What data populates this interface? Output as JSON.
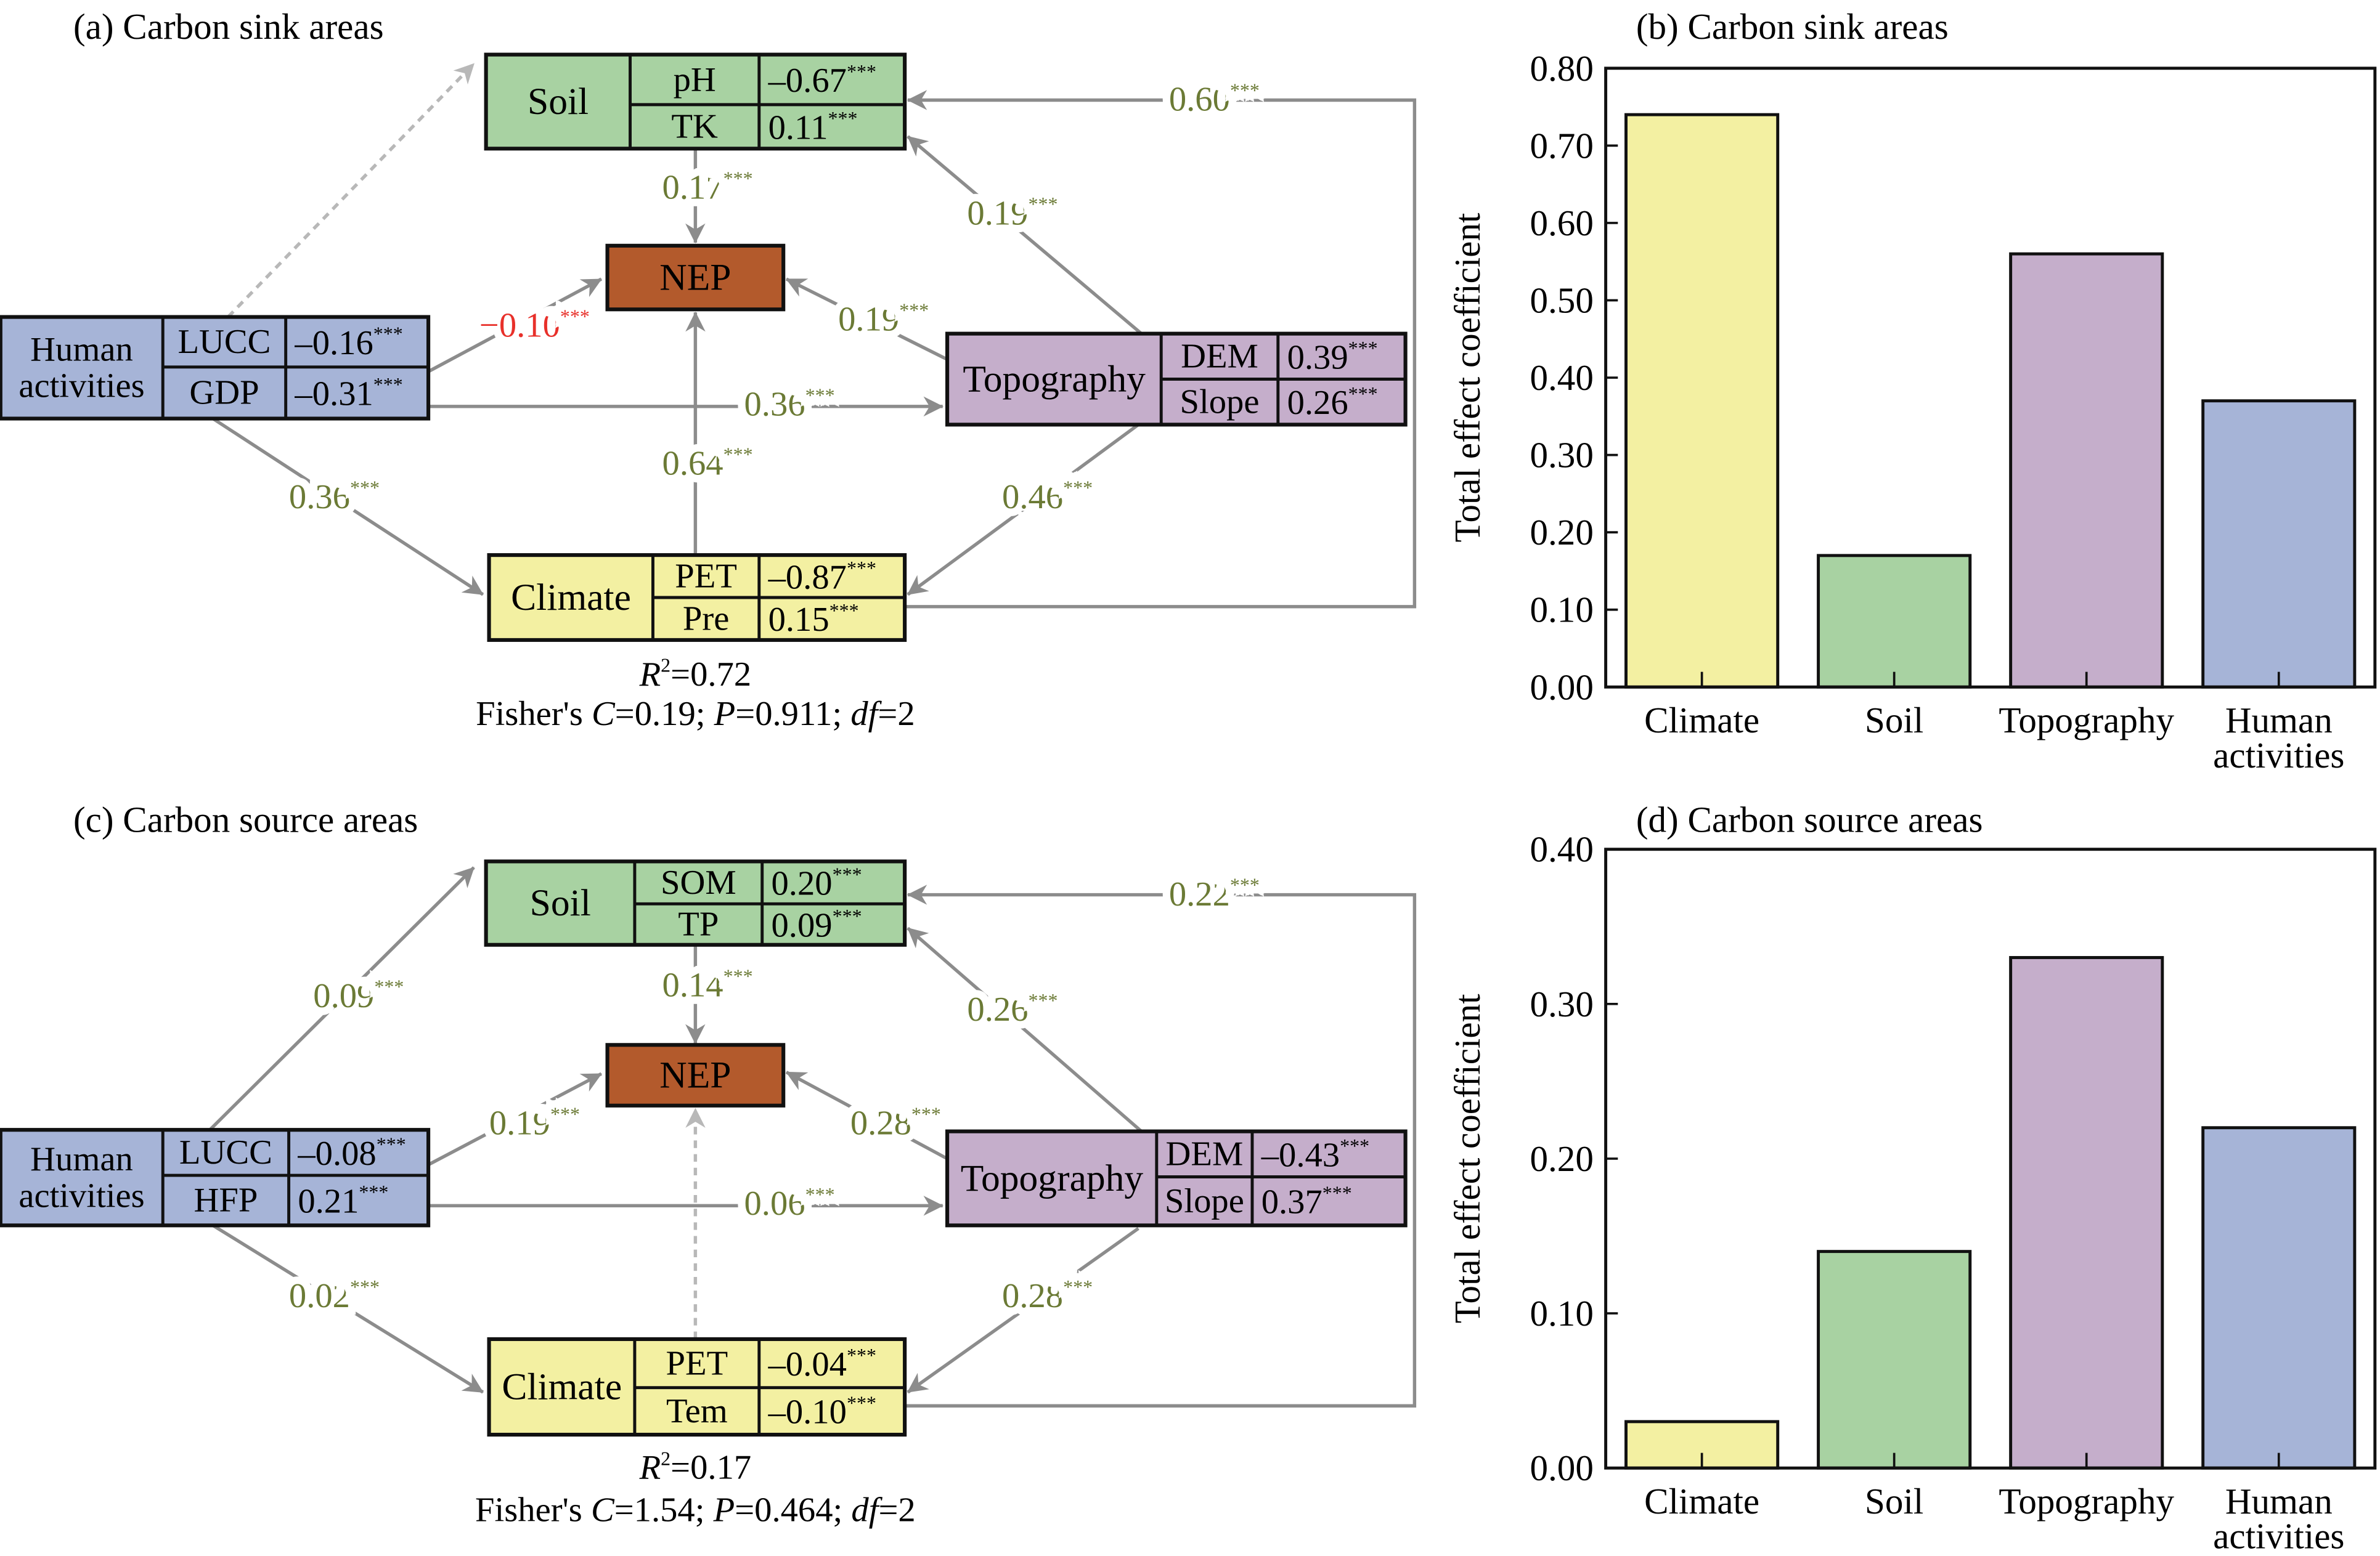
{
  "colors": {
    "climate": "#f3f0a2",
    "soil": "#a8d2a2",
    "topography": "#c5aecb",
    "human": "#a6b4d7",
    "nep": "#b35a2c",
    "path_label": "#6b7a35",
    "negative_label": "#e8302a",
    "arrow": "#8c8c8c",
    "nonsig_arrow": "#b8b8b8"
  },
  "stats_labels": {
    "r": "R",
    "r_sup": "2",
    "fisher": "Fisher's ",
    "c": "C",
    "p": "P",
    "df": "df"
  },
  "diagrams": [
    {
      "title": "(a) Carbon sink areas",
      "nodes": {
        "soil": {
          "name": [
            "Soil"
          ],
          "vars": [
            {
              "name": "pH",
              "coef": "–0.67",
              "sig": "***"
            },
            {
              "name": "TK",
              "coef": "0.11",
              "sig": "***"
            }
          ]
        },
        "human": {
          "name": [
            "Human",
            "activities"
          ],
          "vars": [
            {
              "name": "LUCC",
              "coef": "–0.16",
              "sig": "***"
            },
            {
              "name": "GDP",
              "coef": "–0.31",
              "sig": "***"
            }
          ]
        },
        "topography": {
          "name": [
            "Topography"
          ],
          "vars": [
            {
              "name": "DEM",
              "coef": "0.39",
              "sig": "***"
            },
            {
              "name": "Slope",
              "coef": "0.26",
              "sig": "***"
            }
          ]
        },
        "climate": {
          "name": [
            "Climate"
          ],
          "vars": [
            {
              "name": "PET",
              "coef": "–0.87",
              "sig": "***"
            },
            {
              "name": "Pre",
              "coef": "0.15",
              "sig": "***"
            }
          ]
        },
        "nep": {
          "name": [
            "NEP"
          ]
        }
      },
      "paths": [
        {
          "id": "human_soil",
          "coef": "",
          "sig": "",
          "style": "dashed"
        },
        {
          "id": "human_nep",
          "coef": "−0.10",
          "sig": "***",
          "style": "solid",
          "negative": true
        },
        {
          "id": "soil_nep",
          "coef": "0.17",
          "sig": "***",
          "style": "solid"
        },
        {
          "id": "topo_nep",
          "coef": "0.19",
          "sig": "***",
          "style": "solid"
        },
        {
          "id": "topo_soil",
          "coef": "0.19",
          "sig": "***",
          "style": "solid"
        },
        {
          "id": "human_topo",
          "coef": "0.36",
          "sig": "***",
          "style": "solid"
        },
        {
          "id": "climate_nep",
          "coef": "0.64",
          "sig": "***",
          "style": "solid"
        },
        {
          "id": "human_climate",
          "coef": "0.36",
          "sig": "***",
          "style": "solid"
        },
        {
          "id": "topo_climate",
          "coef": "0.46",
          "sig": "***",
          "style": "solid"
        },
        {
          "id": "climate_soil",
          "coef": "0.60",
          "sig": "***",
          "style": "solid"
        }
      ],
      "r2": "0.72",
      "fisher_c": "0.19",
      "p": "0.911",
      "df": "2"
    },
    {
      "title": "(c) Carbon source areas",
      "nodes": {
        "soil": {
          "name": [
            "Soil"
          ],
          "vars": [
            {
              "name": "SOM",
              "coef": "0.20",
              "sig": "***"
            },
            {
              "name": "TP",
              "coef": "0.09",
              "sig": "***"
            }
          ]
        },
        "human": {
          "name": [
            "Human",
            "activities"
          ],
          "vars": [
            {
              "name": "LUCC",
              "coef": "–0.08",
              "sig": "***"
            },
            {
              "name": "HFP",
              "coef": "0.21",
              "sig": "***"
            }
          ]
        },
        "topography": {
          "name": [
            "Topography"
          ],
          "vars": [
            {
              "name": "DEM",
              "coef": "–0.43",
              "sig": "***"
            },
            {
              "name": "Slope",
              "coef": "0.37",
              "sig": "***"
            }
          ]
        },
        "climate": {
          "name": [
            "Climate"
          ],
          "vars": [
            {
              "name": "PET",
              "coef": "–0.04",
              "sig": "***"
            },
            {
              "name": "Tem",
              "coef": "–0.10",
              "sig": "***"
            }
          ]
        },
        "nep": {
          "name": [
            "NEP"
          ]
        }
      },
      "paths": [
        {
          "id": "human_soil",
          "coef": "0.09",
          "sig": "***",
          "style": "solid"
        },
        {
          "id": "human_nep",
          "coef": "0.19",
          "sig": "***",
          "style": "solid"
        },
        {
          "id": "soil_nep",
          "coef": "0.14",
          "sig": "***",
          "style": "solid"
        },
        {
          "id": "topo_nep",
          "coef": "0.28",
          "sig": "***",
          "style": "solid"
        },
        {
          "id": "topo_soil",
          "coef": "0.26",
          "sig": "***",
          "style": "solid"
        },
        {
          "id": "human_topo",
          "coef": "0.06",
          "sig": "***",
          "style": "solid"
        },
        {
          "id": "climate_nep",
          "coef": "",
          "sig": "",
          "style": "dashed"
        },
        {
          "id": "human_climate",
          "coef": "0.02",
          "sig": "***",
          "style": "solid"
        },
        {
          "id": "topo_climate",
          "coef": "0.28",
          "sig": "***",
          "style": "solid"
        },
        {
          "id": "climate_soil",
          "coef": "0.22",
          "sig": "***",
          "style": "solid"
        }
      ],
      "r2": "0.17",
      "fisher_c": "1.54",
      "p": "0.464",
      "df": "2"
    }
  ],
  "chart_data": [
    {
      "type": "bar",
      "title": "(b) Carbon sink areas",
      "categories": [
        "Climate",
        "Soil",
        "Topography",
        "Human activities"
      ],
      "values": [
        0.74,
        0.17,
        0.56,
        0.37
      ],
      "xlabel": "",
      "ylabel": "Total effect coefficient",
      "ylim": [
        0,
        0.8
      ],
      "yticks": [
        "0.00",
        "0.10",
        "0.20",
        "0.30",
        "0.40",
        "0.50",
        "0.60",
        "0.70",
        "0.80"
      ],
      "grid": false
    },
    {
      "type": "bar",
      "title": "(d) Carbon source areas",
      "categories": [
        "Climate",
        "Soil",
        "Topography",
        "Human activities"
      ],
      "values": [
        0.03,
        0.14,
        0.33,
        0.22
      ],
      "xlabel": "",
      "ylabel": "Total effect coefficient",
      "ylim": [
        0,
        0.4
      ],
      "yticks": [
        "0.00",
        "0.10",
        "0.20",
        "0.30",
        "0.40"
      ],
      "grid": false
    }
  ]
}
